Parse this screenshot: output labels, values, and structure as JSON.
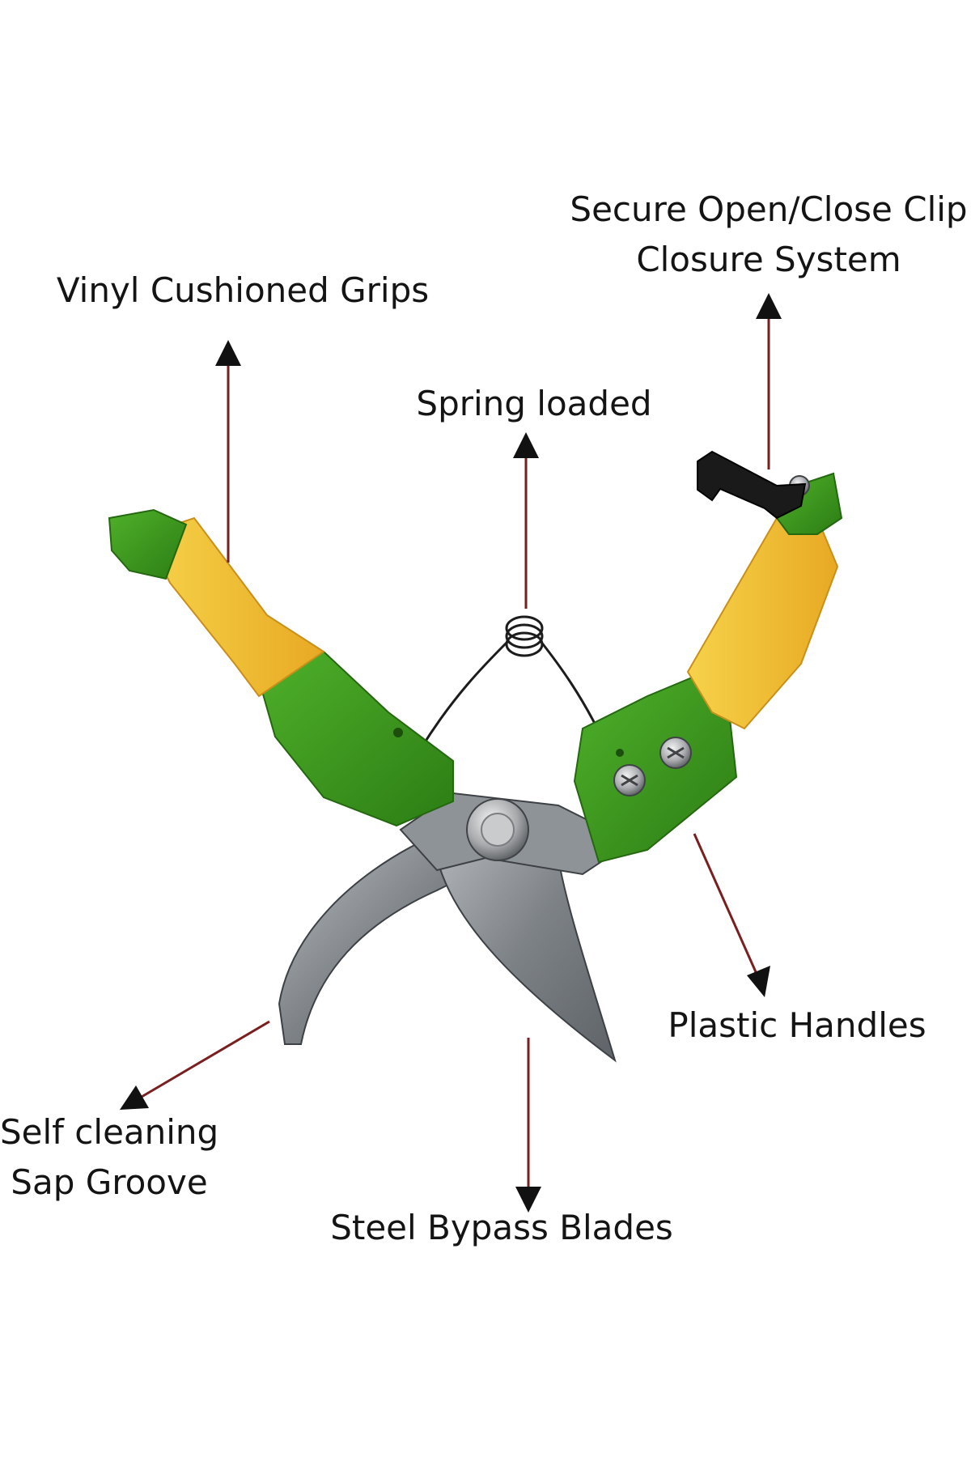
{
  "labels": {
    "clip_line1": "Secure Open/Close Clip",
    "clip_line2": "Closure System",
    "grips": "Vinyl Cushioned Grips",
    "spring": "Spring loaded",
    "handles": "Plastic Handles",
    "sap_line1": "Self cleaning",
    "sap_line2": "Sap Groove",
    "blades": "Steel Bypass Blades"
  },
  "colors": {
    "arrow_line": "#7a1f1f",
    "arrow_head": "#111111",
    "handle_green": "#3f9a1e",
    "grip_yellow": "#f1c232",
    "blade_steel": "#8a8f94",
    "clip_black": "#1a1a1a"
  }
}
